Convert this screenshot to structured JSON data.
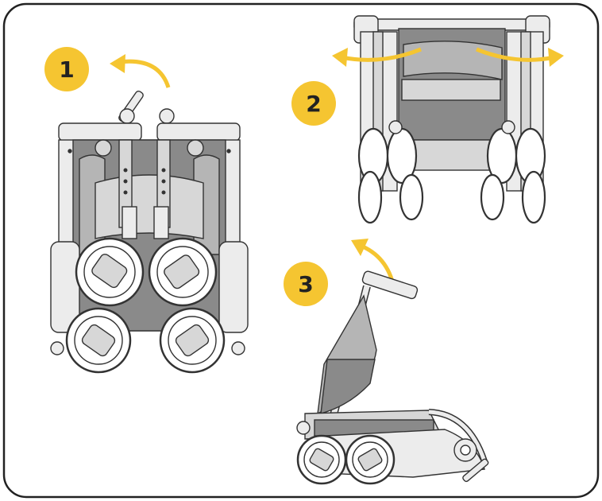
{
  "colors": {
    "frame": "#222222",
    "badge": "#f5c531",
    "arrow": "#f5c531",
    "fabric_dark": "#8a8a8a",
    "fabric_mid": "#b5b5b5",
    "fabric_light": "#d7d7d7",
    "metal": "#ececec",
    "outline": "#333333"
  },
  "steps": [
    {
      "number": "1",
      "illustration": "folded-stroller-rear-view-release-lever"
    },
    {
      "number": "2",
      "illustration": "unlocking-stroller-frame-pull-sides-apart"
    },
    {
      "number": "3",
      "illustration": "stroller-side-view-lift-handle"
    }
  ]
}
